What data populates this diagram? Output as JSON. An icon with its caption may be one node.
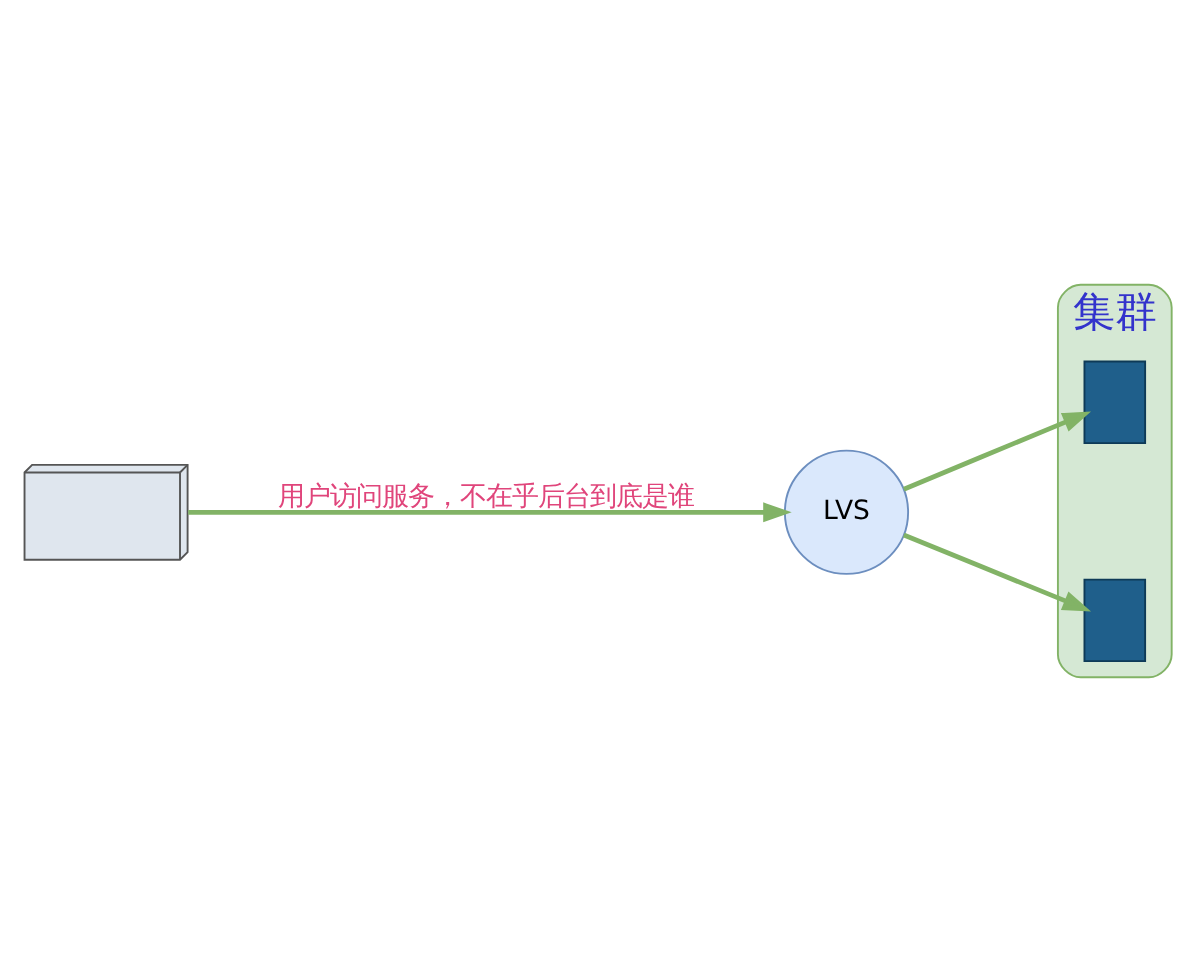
{
  "diagram": {
    "nodes": [
      {
        "text": [],
        "shape": "computer"
      },
      {
        "text": [
          "LVS"
        ]
      },
      {
        "text": [
          "集群"
        ]
      },
      {
        "text": [],
        "shape": "server",
        "in": 2
      },
      {
        "text": [],
        "shape": "server",
        "in": 2
      }
    ],
    "edges": [
      {
        "from": 0,
        "to": 1,
        "arrow": "to",
        "label": "用户访问服务，不在乎后台到底是谁"
      },
      {
        "from": 1,
        "to": 3,
        "arrow": "to"
      },
      {
        "from": 1,
        "to": 4,
        "arrow": "to"
      }
    ]
  }
}
